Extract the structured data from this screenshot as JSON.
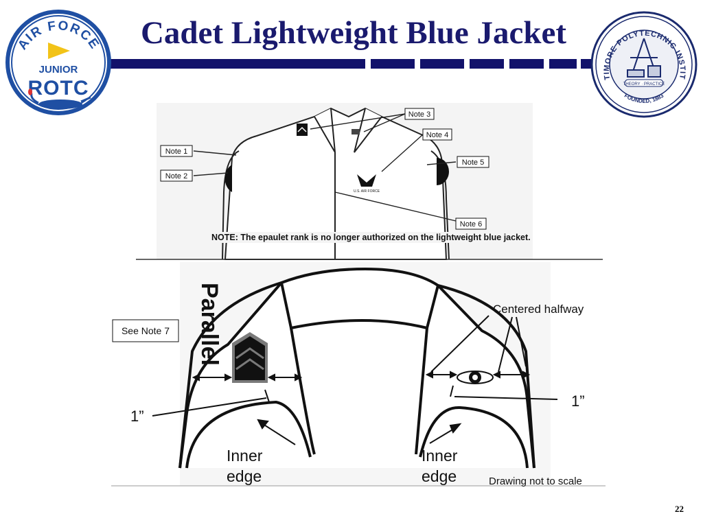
{
  "slide": {
    "title": "Cadet Lightweight Blue Jacket",
    "page_number": "22"
  },
  "logos": {
    "left": {
      "top_text": "AIR FORCE",
      "middle_text": "JUNIOR",
      "bottom_text": "ROTC"
    },
    "right": {
      "ring_text": "BALTIMORE POLYTECHNIC INSTITUTE",
      "motto": "THEORY · PRACTICE",
      "founded": "FOUNDED, 1883"
    }
  },
  "jacket_diagram": {
    "notes": [
      "Note 1",
      "Note 2",
      "Note 3",
      "Note 4",
      "Note 5",
      "Note 6"
    ],
    "emblem_text": "U.S. AIR FORCE",
    "footnote": "NOTE: The epaulet rank is no longer authorized on the lightweight blue jacket."
  },
  "collar_diagram": {
    "see_note": "See Note 7",
    "parallel_label": "Parallel",
    "centered_label": "Centered halfway",
    "measure_left": "1”",
    "measure_right": "1”",
    "inner_edge_line1": "Inner",
    "inner_edge_line2": "edge",
    "scale_note": "Drawing not to scale"
  },
  "colors": {
    "navy": "#1a1a6e",
    "bar": "#12126b",
    "logo_blue": "#1f4fa3",
    "logo_yellow": "#f2c318",
    "logo_red": "#d33"
  }
}
